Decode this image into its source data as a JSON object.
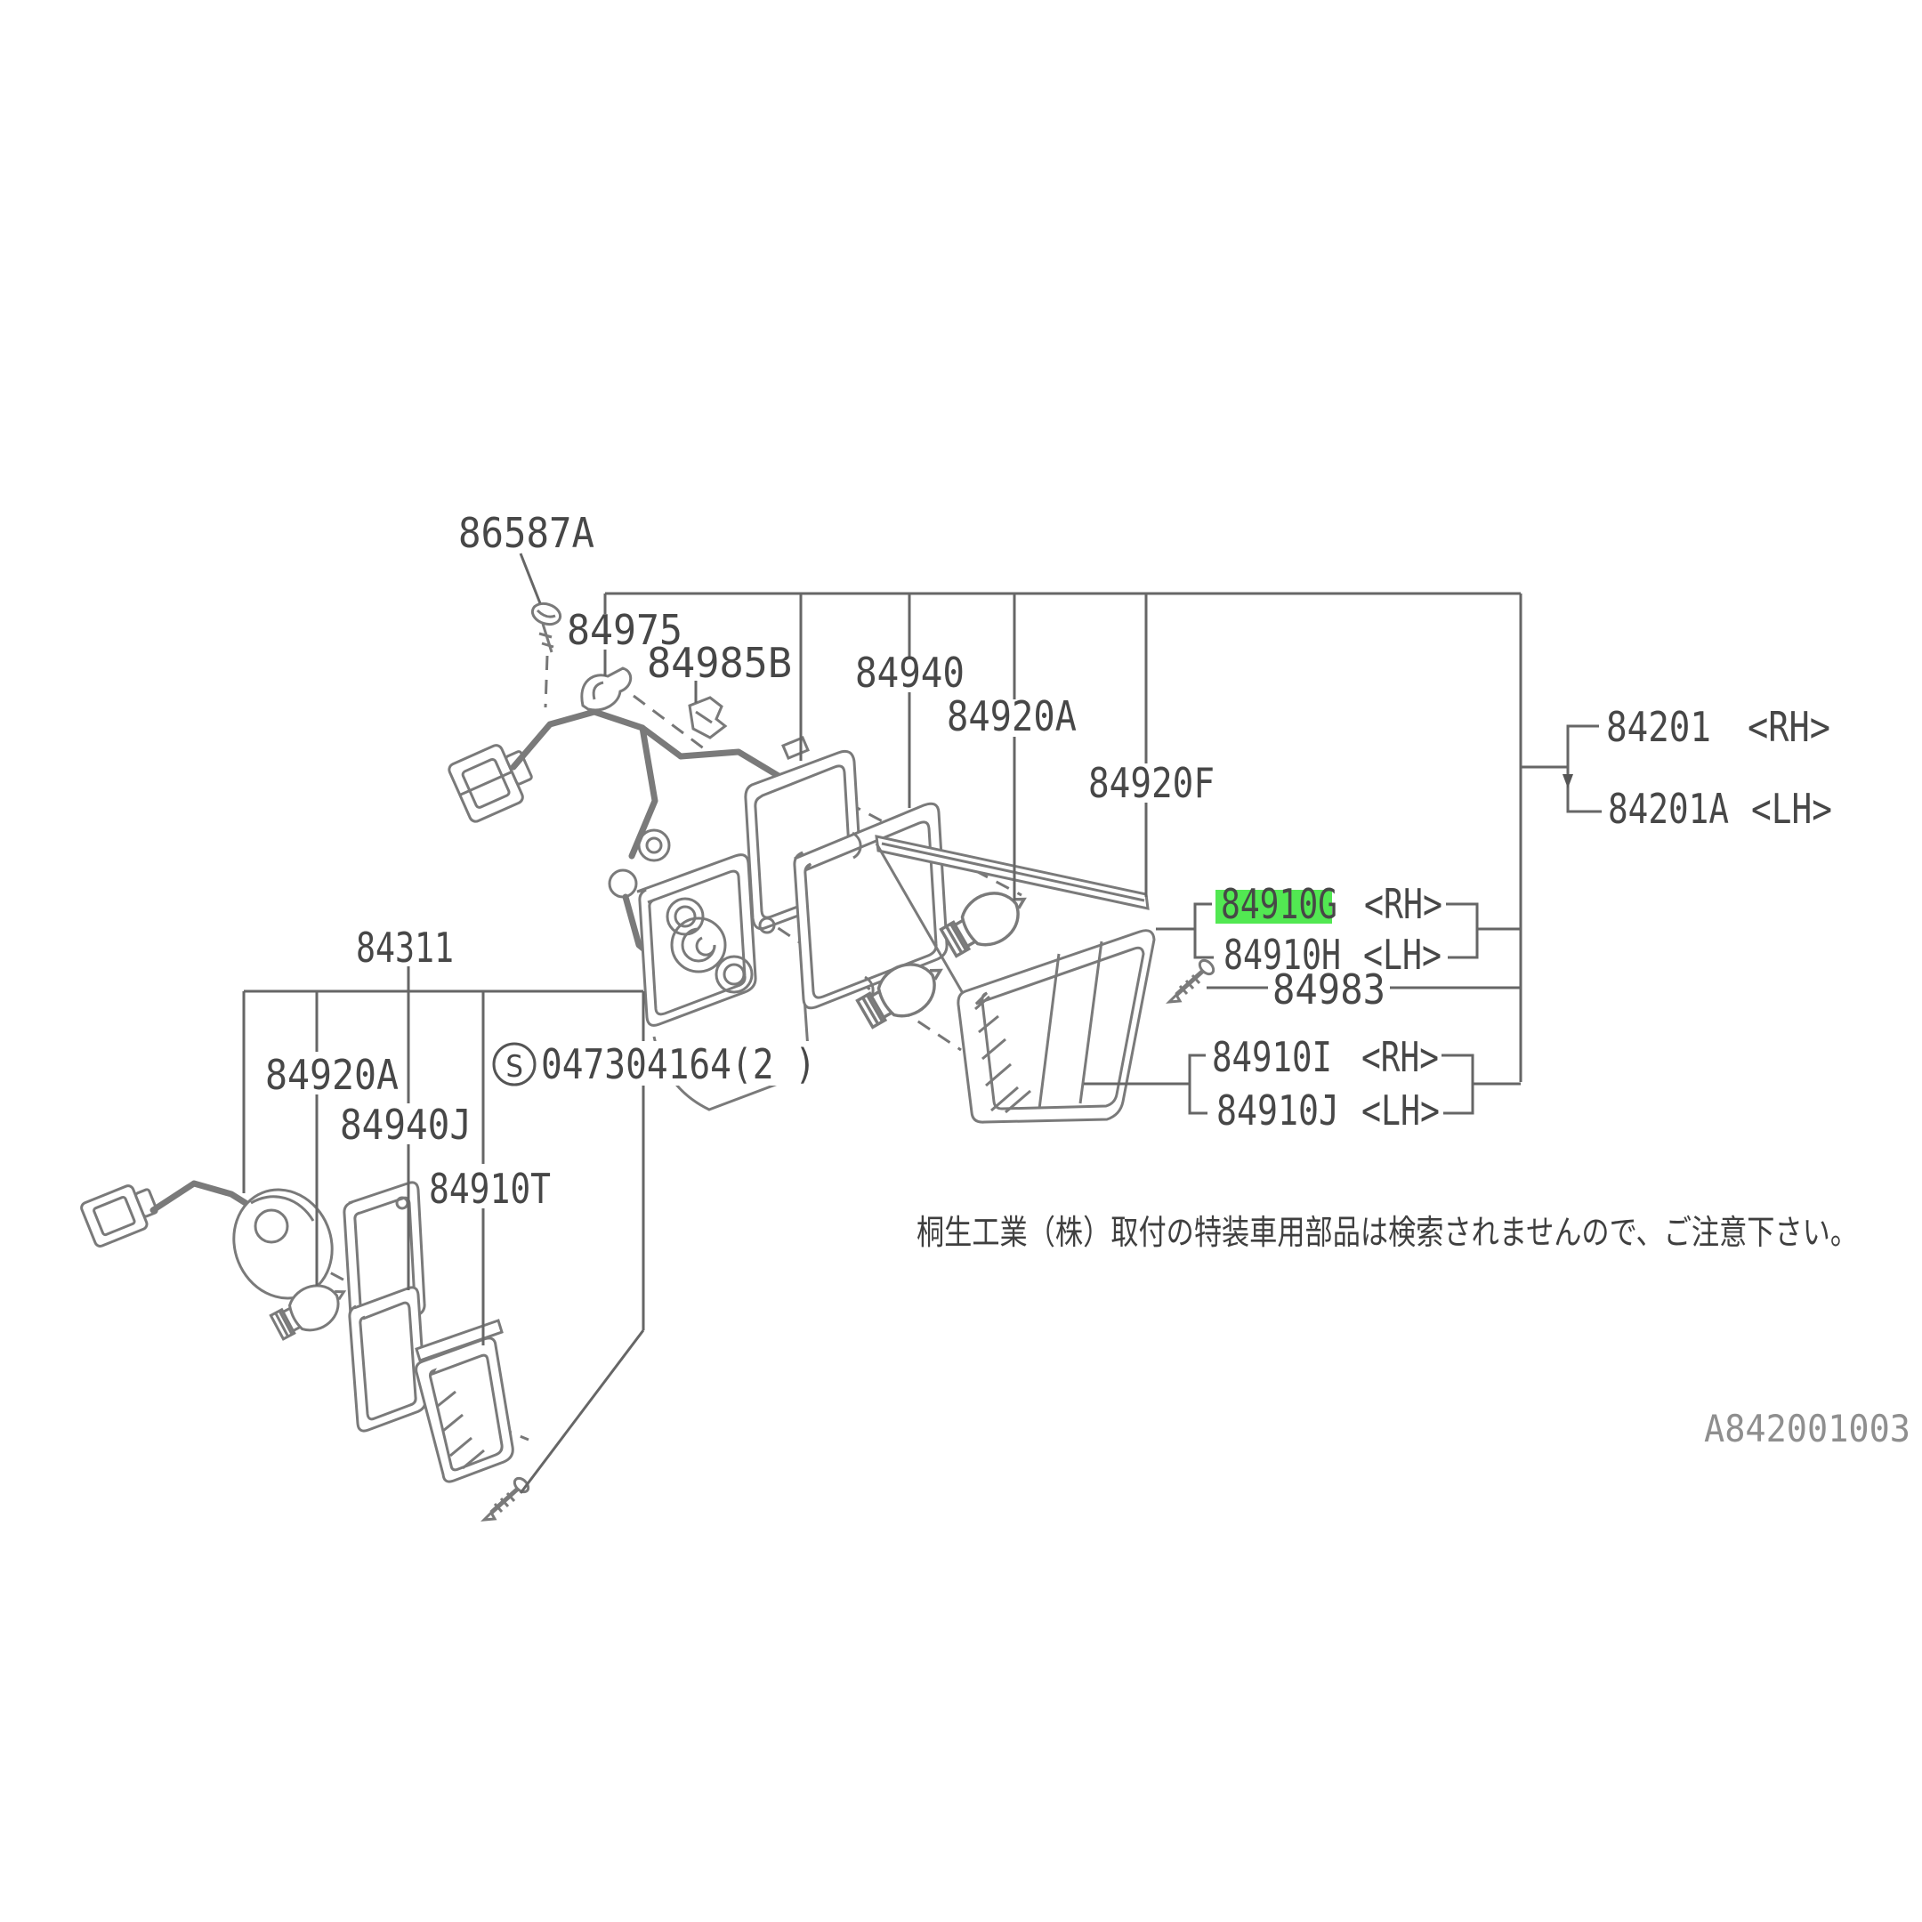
{
  "colors": {
    "background": "#ffffff",
    "drawing_line": "#7a7a7a",
    "callout_line": "#666666",
    "label_text": "#474747",
    "highlight_green": "#52e852",
    "doc_number_gray": "#8f8f8f"
  },
  "labels": {
    "p86587a": "86587A",
    "p84975": "84975",
    "p84985b": "84985B",
    "p84940": "84940",
    "p84920a_top": "84920A",
    "p84920f": "84920F",
    "p84201": "84201",
    "p84201_rh": "<RH>",
    "p84201a": "84201A",
    "p84201a_lh": "<LH>",
    "p84910g": "84910G",
    "p84910g_rh": "<RH>",
    "p84910h": "84910H",
    "p84910h_lh": "<LH>",
    "p84983": "84983",
    "p84910i": "84910I",
    "p84910i_rh": "<RH>",
    "p84910j": "84910J",
    "p84910j_lh": "<LH>",
    "p84311": "84311",
    "p84920a_low": "84920A",
    "p84940j": "84940J",
    "p84910t": "84910T",
    "s_symbol": "S",
    "p047304164": "047304164(2 )"
  },
  "highlight": {
    "highlighted_part": "84910G",
    "color": "#52e852"
  },
  "note": "桐生工業（株）取付の特装車用部品は検索されませんので、ご注意下さい。",
  "doc_number": "A842001003"
}
